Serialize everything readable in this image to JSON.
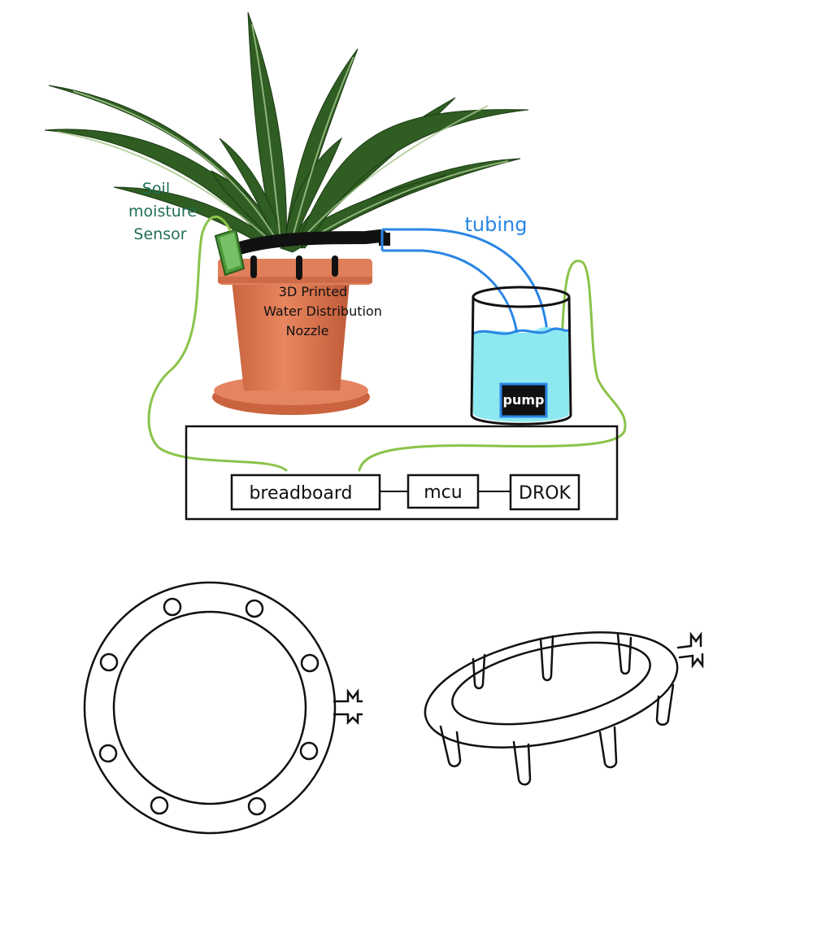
{
  "labels": {
    "sensor_line1": "Soil",
    "sensor_line2": "moisture",
    "sensor_line3": "Sensor",
    "tubing": "tubing",
    "nozzle_line1": "3D Printed",
    "nozzle_line2": "Water Distribution",
    "nozzle_line3": "Nozzle",
    "pump": "pump",
    "breadboard": "breadboard",
    "mcu": "mcu",
    "drok": "DROK"
  },
  "colors": {
    "sensor_text": "#1f6f55",
    "tubing_text": "#2a86e6",
    "tubing_line": "#2a86e6",
    "wire": "#8bc34a",
    "water": "#8ee8f0",
    "pot": "#e07b55",
    "pot_dark": "#c9643f",
    "leaf": "#2e5c1f",
    "leaf_light": "#7fa862",
    "ink": "#111111"
  },
  "icons": {
    "plant": "potted-plant",
    "sensor": "soil-moisture-probe",
    "pump": "water-pump",
    "nozzle_top": "ring-nozzle-top-view",
    "nozzle_perspective": "ring-nozzle-perspective-view"
  }
}
